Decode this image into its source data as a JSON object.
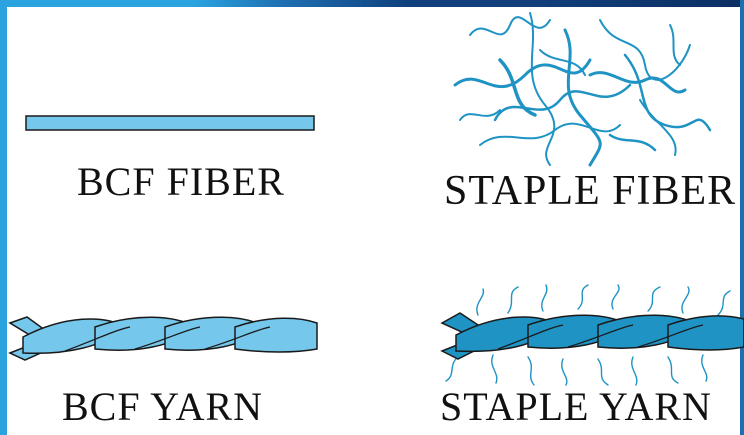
{
  "diagrams": [
    {
      "id": "bcf-fiber",
      "label": "BCF FIBER"
    },
    {
      "id": "staple-fiber",
      "label": "STAPLE FIBER"
    },
    {
      "id": "bcf-yarn",
      "label": "BCF YARN"
    },
    {
      "id": "staple-yarn",
      "label": "STAPLE YARN"
    }
  ],
  "colors": {
    "light_fiber": "#75c7ec",
    "dark_fiber": "#1f93c4",
    "outline": "#1a1a1a",
    "frame_accent": "#2aa3df"
  }
}
